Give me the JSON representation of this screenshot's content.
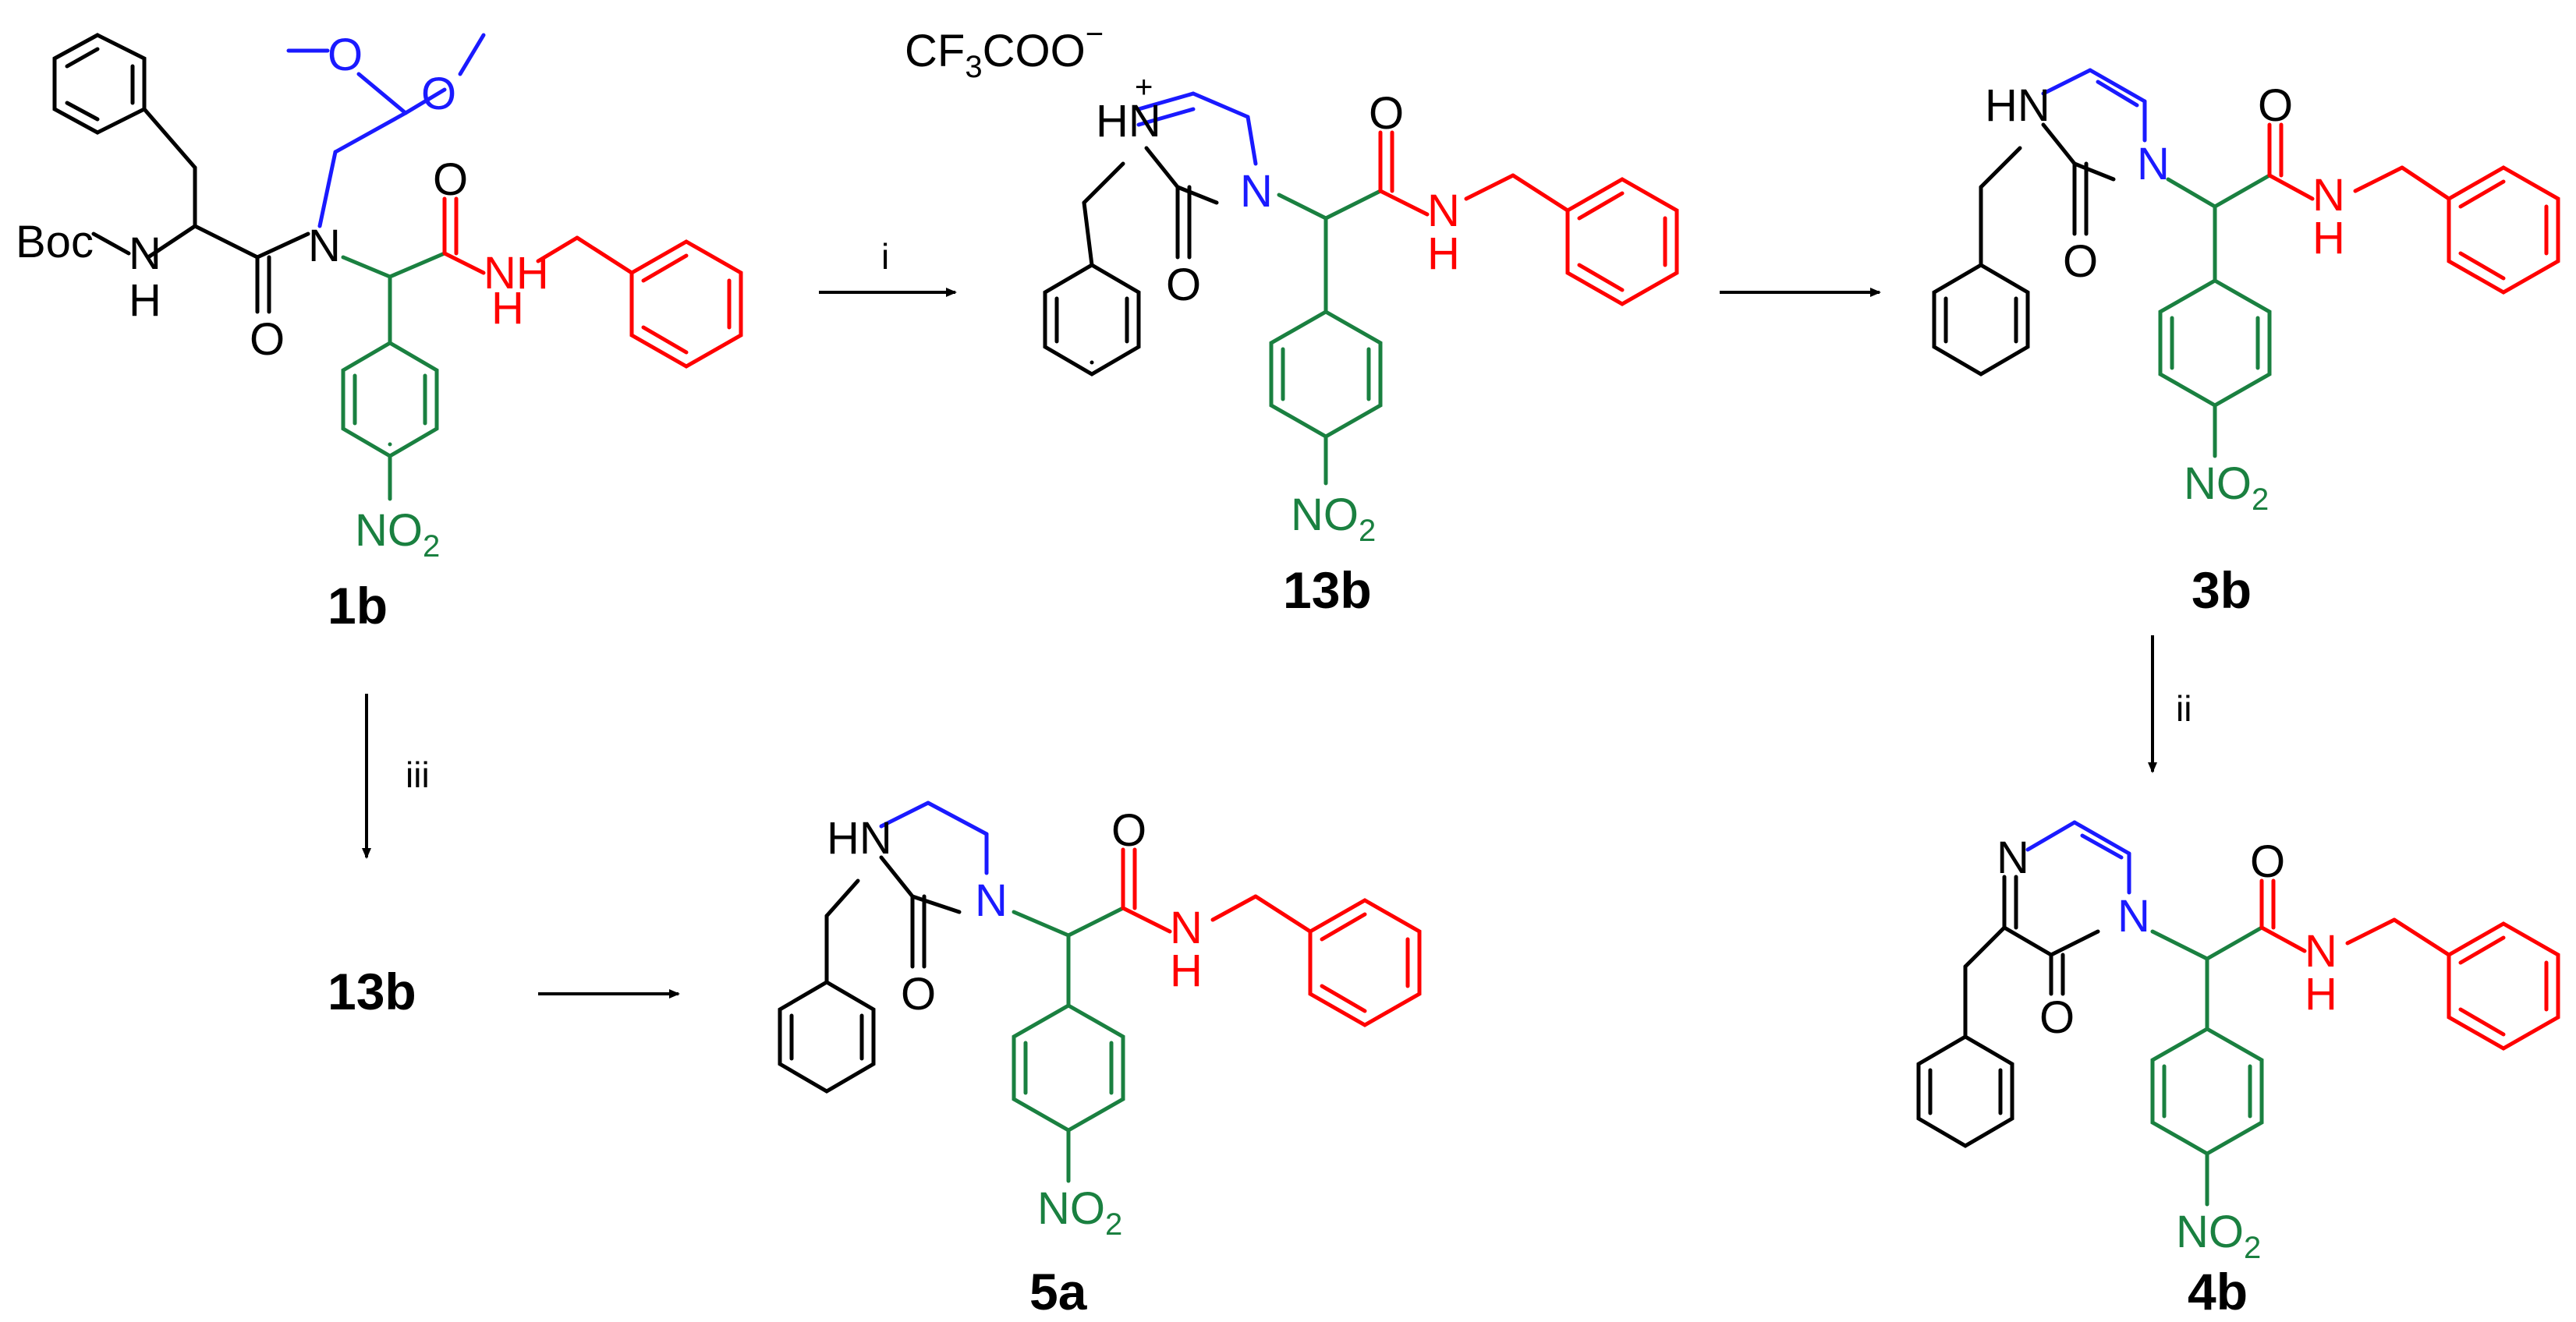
{
  "colors": {
    "black": "#000000",
    "blue": "#1a1aff",
    "red": "#ff0000",
    "green": "#1a8040"
  },
  "compounds": {
    "c1b": "1b",
    "c13b": "13b",
    "c3b": "3b",
    "c4b": "4b",
    "c13b_again": "13b",
    "c5a": "5a"
  },
  "counterion": {
    "main": "CF",
    "sub": "3",
    "tail": "COO",
    "charge": "−"
  },
  "conditions": {
    "i": "i",
    "ii": "ii",
    "iii": "iii"
  },
  "labels": {
    "boc": "Boc",
    "n": "N",
    "nh": "NH",
    "hn": "HN",
    "h": "H",
    "hnplus": "HN",
    "plus": "+",
    "o": "O",
    "no2_main": "NO",
    "no2_sub": "2"
  },
  "arrows": [
    {
      "name": "arrow-1b-to-13b",
      "label": "i",
      "direction": "right"
    },
    {
      "name": "arrow-13b-to-3b",
      "label": "",
      "direction": "right"
    },
    {
      "name": "arrow-3b-to-4b",
      "label": "ii",
      "direction": "down"
    },
    {
      "name": "arrow-1b-to-13b-iii",
      "label": "iii",
      "direction": "down"
    },
    {
      "name": "arrow-13b-to-5a",
      "label": "",
      "direction": "right"
    }
  ]
}
